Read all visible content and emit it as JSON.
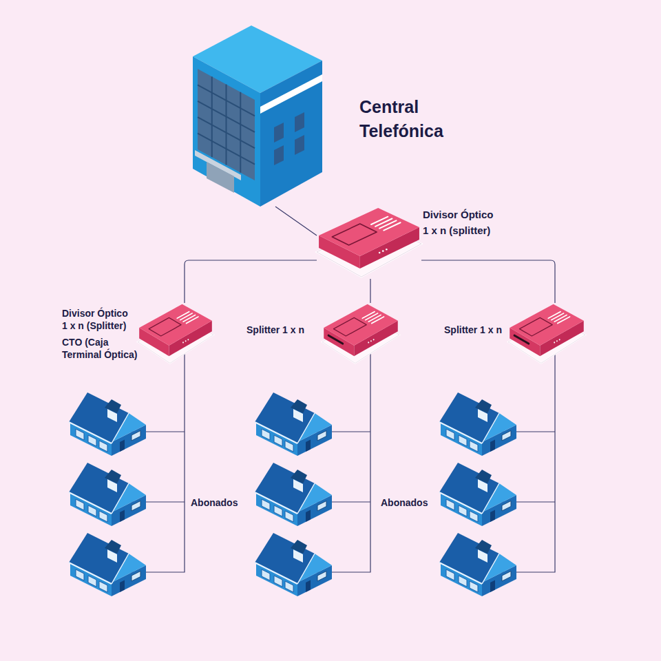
{
  "diagram": {
    "nodes": [
      {
        "text": [
          "Central Telefónica"
        ]
      },
      {
        "text": [
          "Divisor Óptico 1 x n (splitter)"
        ]
      },
      {
        "text": [
          "Divisor Óptico 1 x n (Splitter)",
          "CTO (Caja Terminal Óptica)"
        ]
      },
      {
        "text": [
          "Splitter 1 x n"
        ]
      },
      {
        "text": [
          "Splitter 1 x n"
        ]
      }
    ],
    "edges": [
      {
        "from": 0,
        "to": 1,
        "arrow": "none"
      },
      {
        "from": 1,
        "to": 2,
        "arrow": "none"
      },
      {
        "from": 1,
        "to": 3,
        "arrow": "none"
      },
      {
        "from": 1,
        "to": 4,
        "arrow": "none"
      }
    ],
    "labels": [
      "Abonados",
      "Abonados"
    ]
  }
}
